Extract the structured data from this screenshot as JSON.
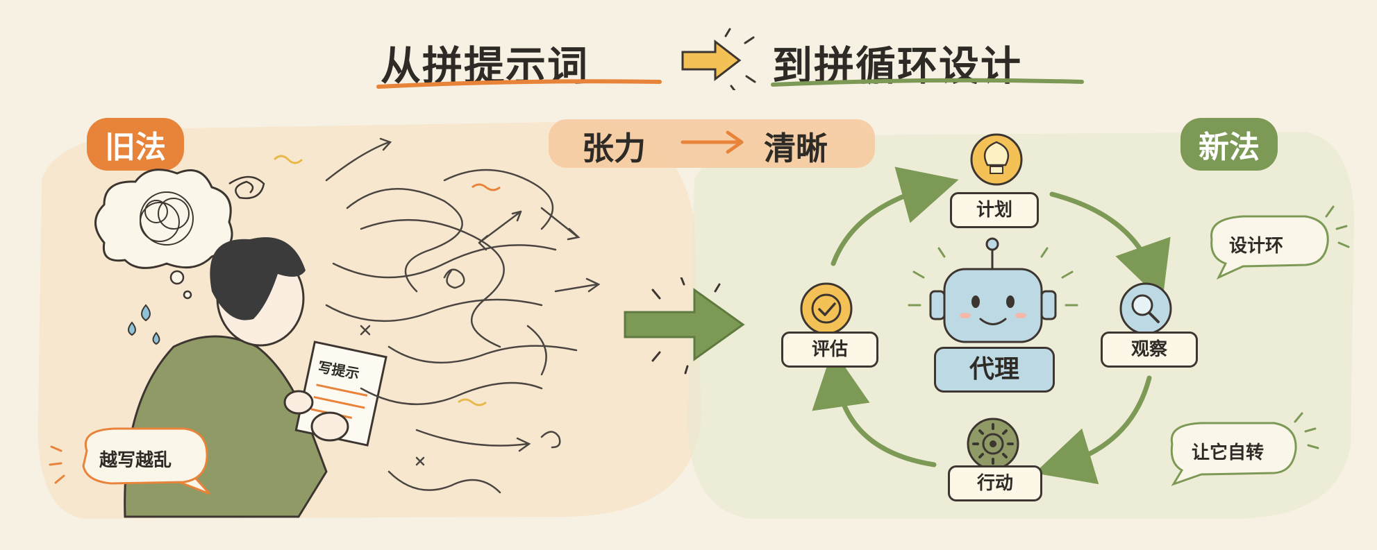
{
  "title": {
    "left": "从拼提示词",
    "right": "到拼循环设计"
  },
  "old_method": {
    "label": "旧法",
    "paper_text": "写提示",
    "speech": "越写越乱"
  },
  "banner": {
    "from": "张力",
    "to": "清晰"
  },
  "new_method": {
    "label": "新法",
    "center": "代理",
    "steps": {
      "plan": "计划",
      "observe": "观察",
      "act": "行动",
      "evaluate": "评估"
    },
    "speech_top": "设计环",
    "speech_bottom": "让它自转"
  },
  "colors": {
    "orange": "#e8833a",
    "green": "#7c9a55",
    "agent_blue": "#bcd9e4",
    "background": "#f7f1e3"
  }
}
